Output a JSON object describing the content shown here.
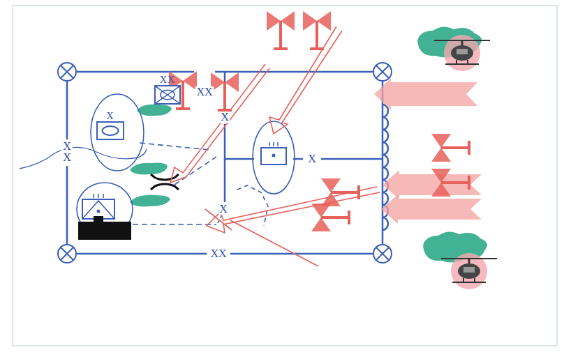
{
  "diagram": {
    "nodes": [
      {
        "text": [
          "XX"
        ]
      },
      {
        "text": [
          "X"
        ]
      }
    ],
    "labels": [
      "XX",
      "X",
      "X X",
      "X",
      "X",
      "XX"
    ]
  }
}
